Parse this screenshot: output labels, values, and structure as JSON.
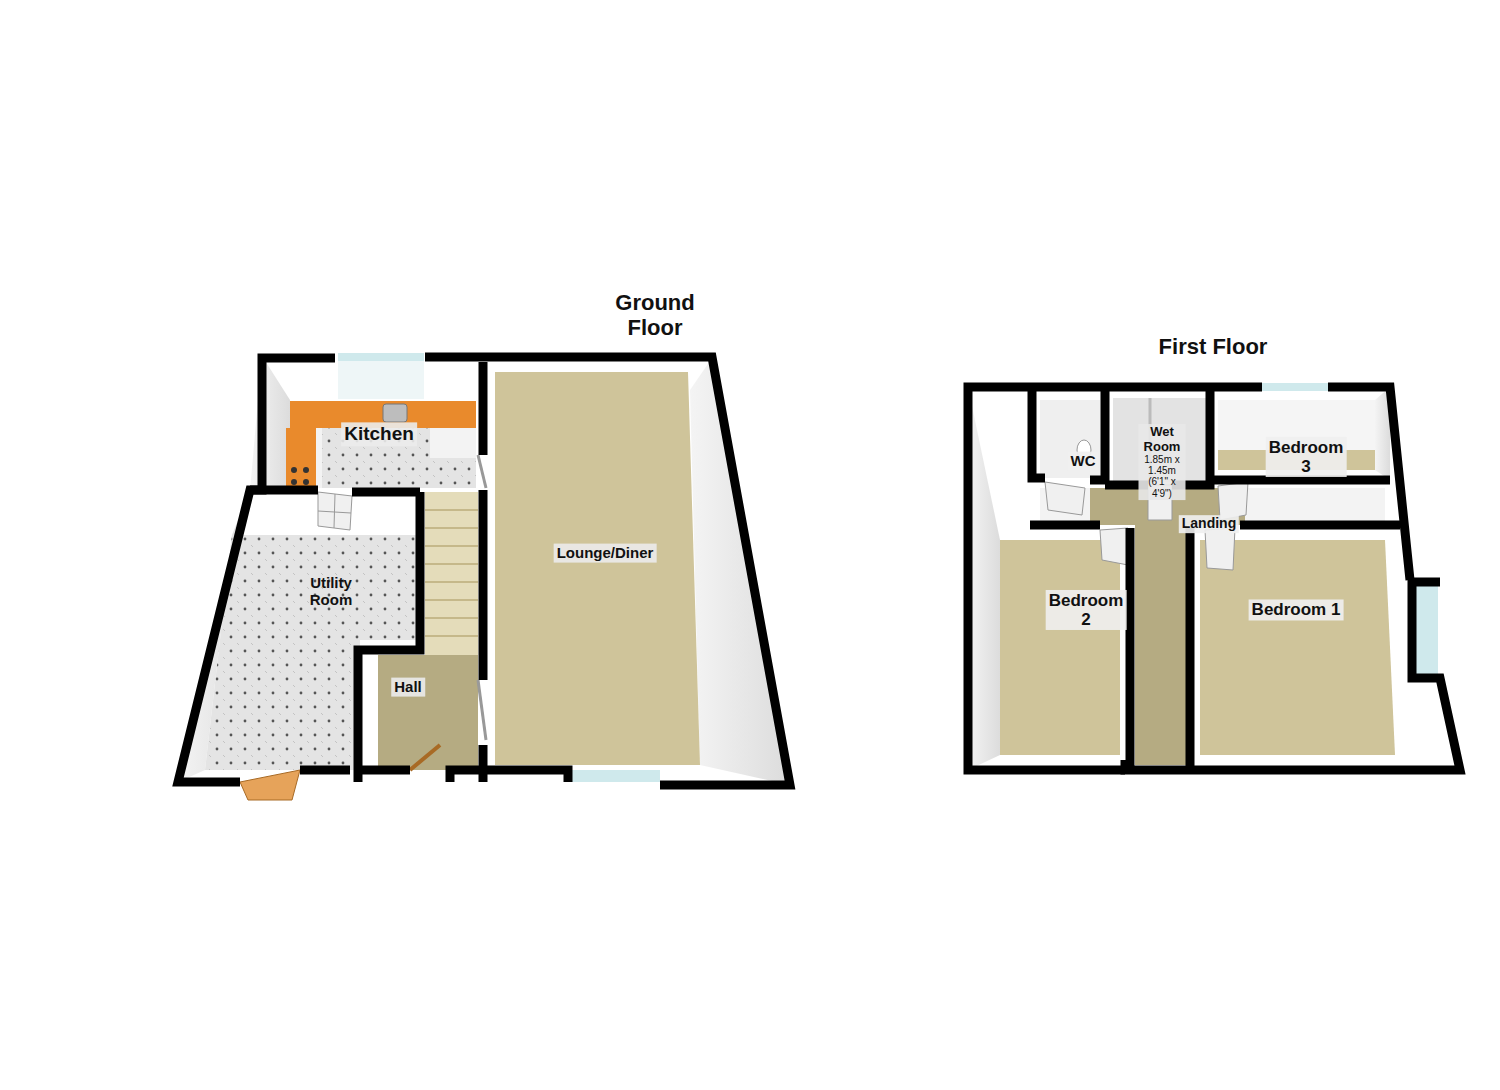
{
  "diagram": {
    "nodes": [
      {
        "text": [
          "Ground Floor"
        ]
      },
      {
        "text": [
          "Kitchen"
        ],
        "in": 0
      },
      {
        "text": [
          "Utility Room"
        ],
        "in": 0
      },
      {
        "text": [
          "Hall"
        ],
        "in": 0
      },
      {
        "text": [
          "Lounge/Diner"
        ],
        "in": 0
      },
      {
        "text": [
          "First Floor"
        ]
      },
      {
        "text": [
          "WC"
        ],
        "in": 5
      },
      {
        "text": [
          "Wet Room",
          "1.85m x 1.45m (6'1\" x 4'9\")"
        ],
        "in": 5
      },
      {
        "text": [
          "Bedroom 3"
        ],
        "in": 5
      },
      {
        "text": [
          "Landing"
        ],
        "in": 5
      },
      {
        "text": [
          "Bedroom 2"
        ],
        "in": 5
      },
      {
        "text": [
          "Bedroom 1"
        ],
        "in": 5
      }
    ]
  }
}
